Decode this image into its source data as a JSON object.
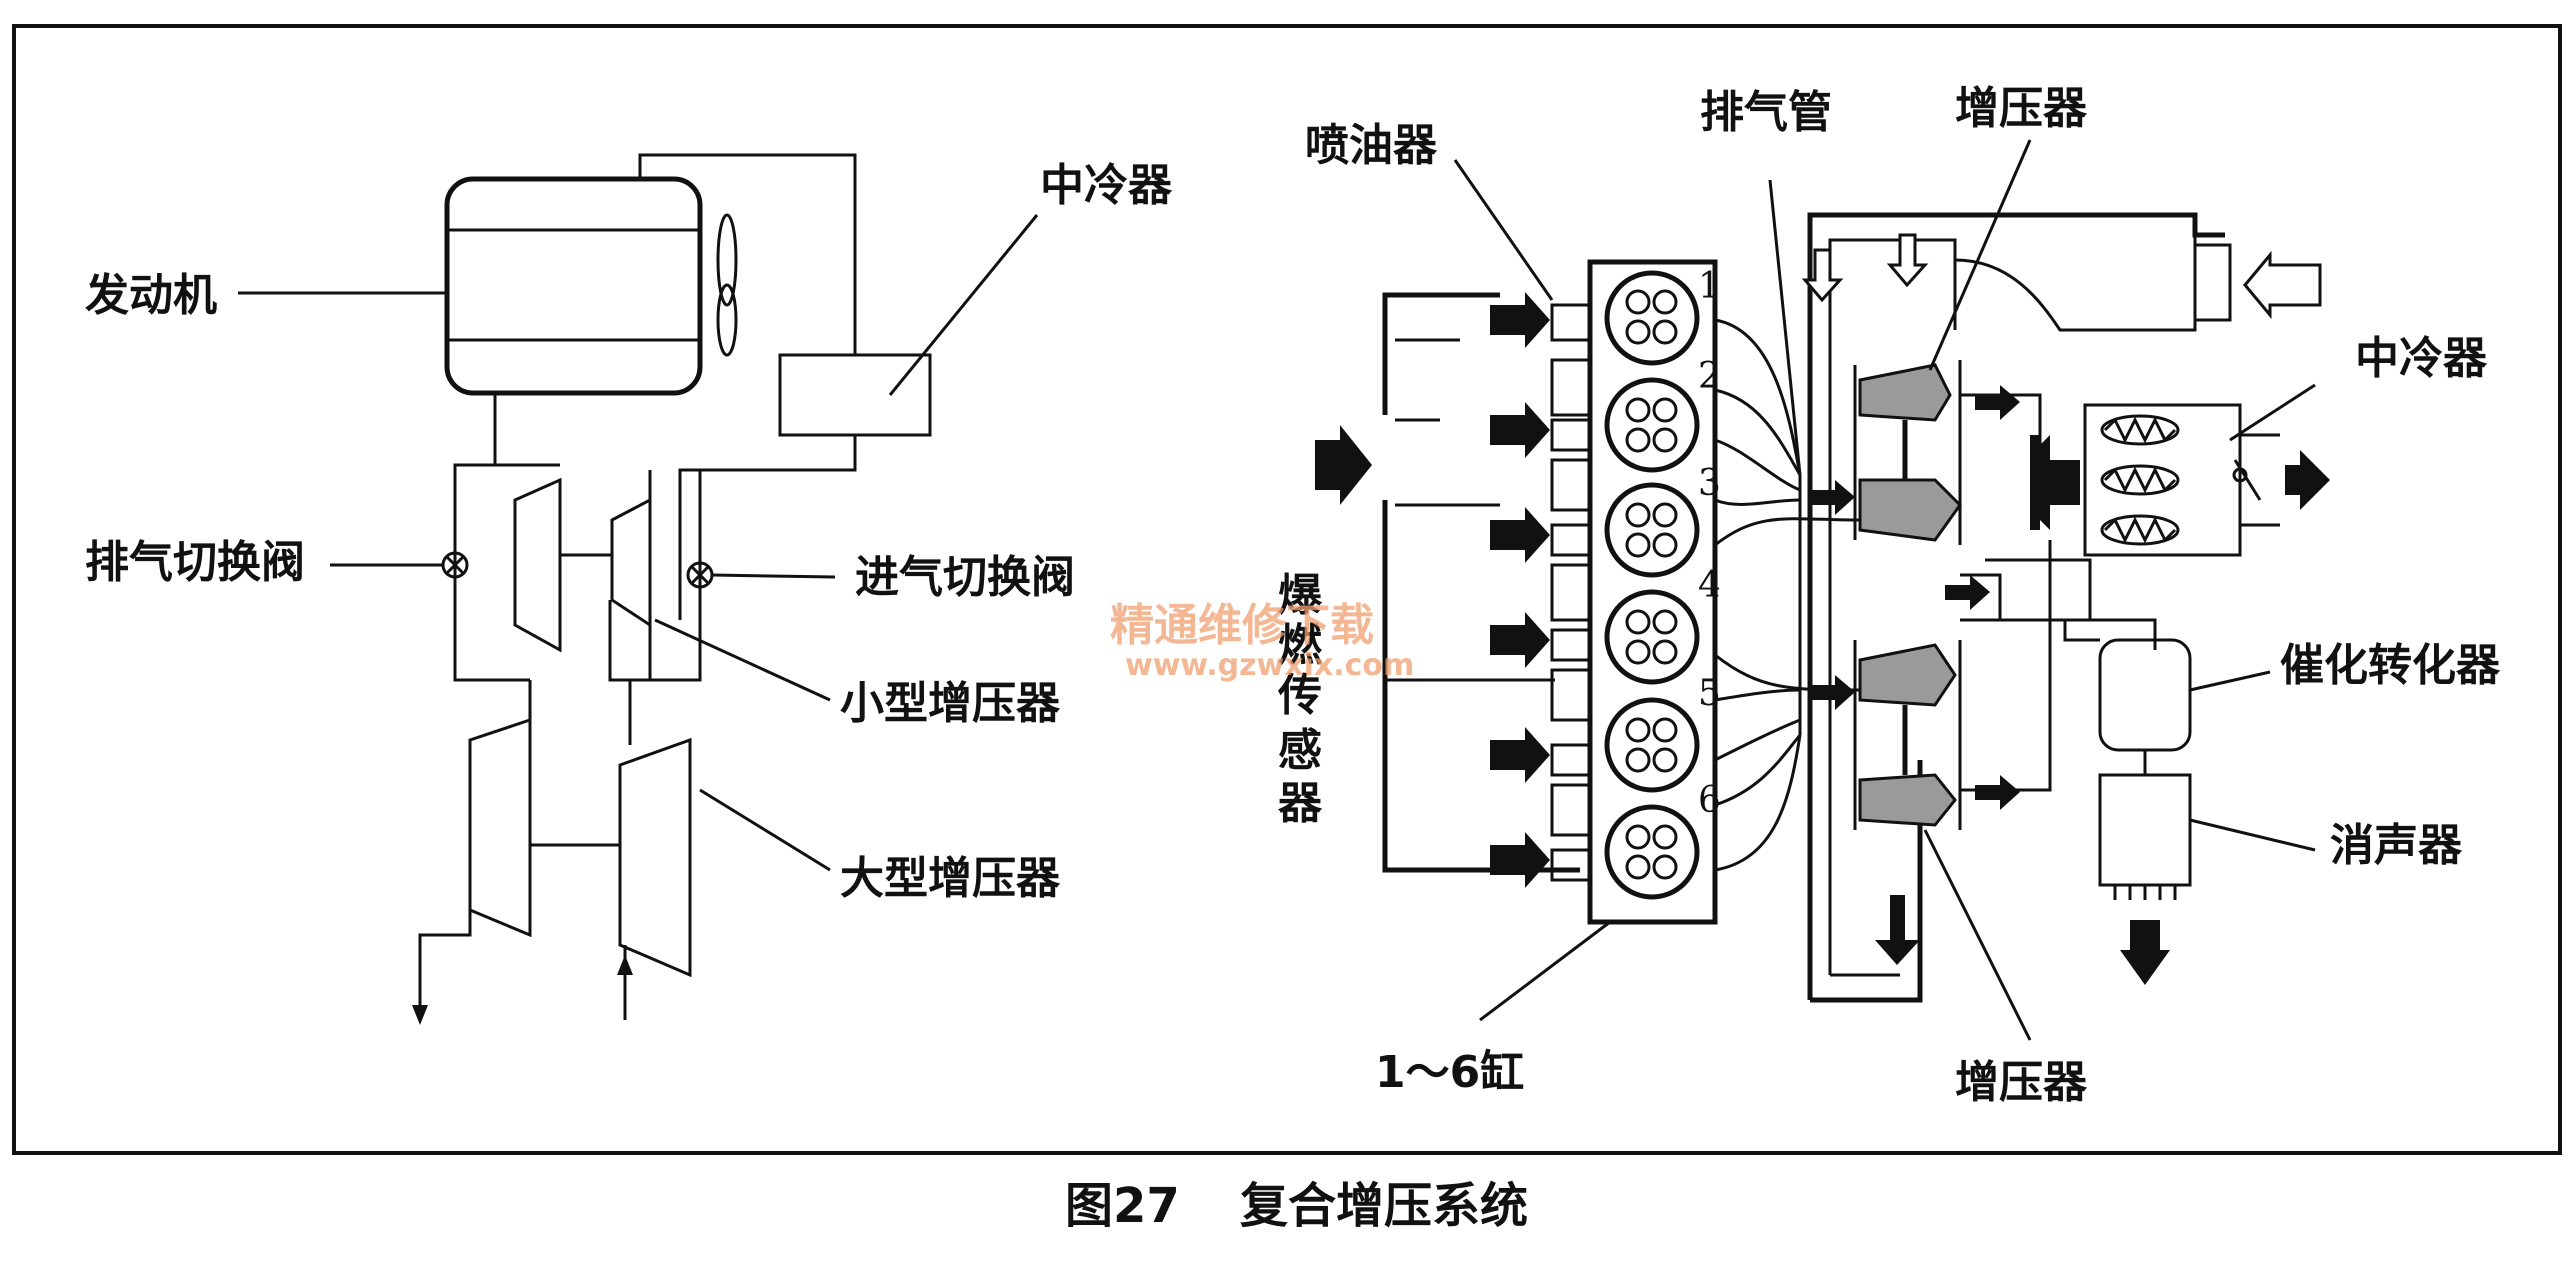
{
  "left_diagram": {
    "engine_label": "发动机",
    "intercooler_label": "中冷器",
    "exhaust_valve_label": "排气切换阀",
    "intake_valve_label": "进气切换阀",
    "small_turbo_label": "小型增压器",
    "large_turbo_label": "大型增压器"
  },
  "right_diagram": {
    "injector_label": "喷油器",
    "exhaust_manifold_label": "排气管",
    "turbo_top_label": "增压器",
    "intercooler_label": "中冷器",
    "knock_sensor_label": "爆燃传感器",
    "catalytic_converter_label": "催化转化器",
    "muffler_label": "消声器",
    "cylinders_label": "1～6缸",
    "turbo_bottom_label": "增压器",
    "cylinder_numbers": [
      "1",
      "2",
      "3",
      "4",
      "5",
      "6"
    ]
  },
  "watermark": {
    "text": "精通维修下载",
    "url": "www.gzwxix.com"
  },
  "caption": {
    "figure_number": "图27",
    "title": "复合增压系统"
  }
}
